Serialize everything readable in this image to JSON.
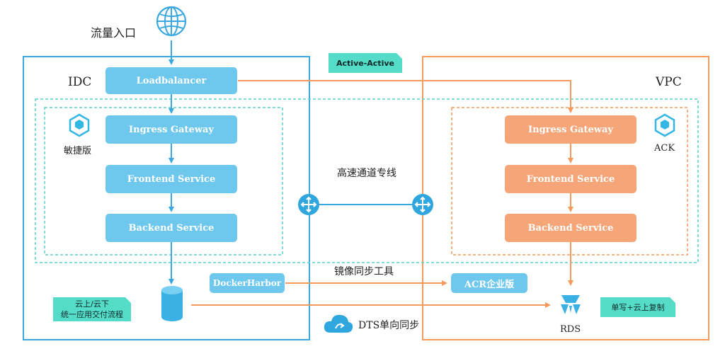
{
  "entry": {
    "label": "流量入口",
    "icon": "globe-icon"
  },
  "tag_active": "Active-Active",
  "idc": {
    "label": "IDC",
    "cluster_label": "敏捷版",
    "loadbalancer": "Loadbalancer",
    "ingress": "Ingress Gateway",
    "frontend": "Frontend Service",
    "backend": "Backend Service",
    "dockerharbor": "DockerHarbor",
    "db_icon": "database-icon",
    "tag_delivery_line1": "云上/云下",
    "tag_delivery_line2": "统一应用交付流程"
  },
  "vpc": {
    "label": "VPC",
    "cluster_label": "ACK",
    "ingress": "Ingress Gateway",
    "frontend": "Frontend Service",
    "backend": "Backend Service",
    "acr": "ACR企业版",
    "rds": "RDS",
    "rds_icon": "rds-icon",
    "tag_write": "单写+云上复制"
  },
  "links": {
    "express": "高速通道专线",
    "mirror_sync": "镜像同步工具",
    "dts": "DTS单向同步",
    "router_icon": "router-icon",
    "cloud_icon": "cloud-sync-icon"
  },
  "colors": {
    "blue": "#3aa7e0",
    "blue_fill": "#6ec8ee",
    "orange": "#f39a5c",
    "orange_fill": "#f5a577",
    "teal": "#55dcc8"
  }
}
